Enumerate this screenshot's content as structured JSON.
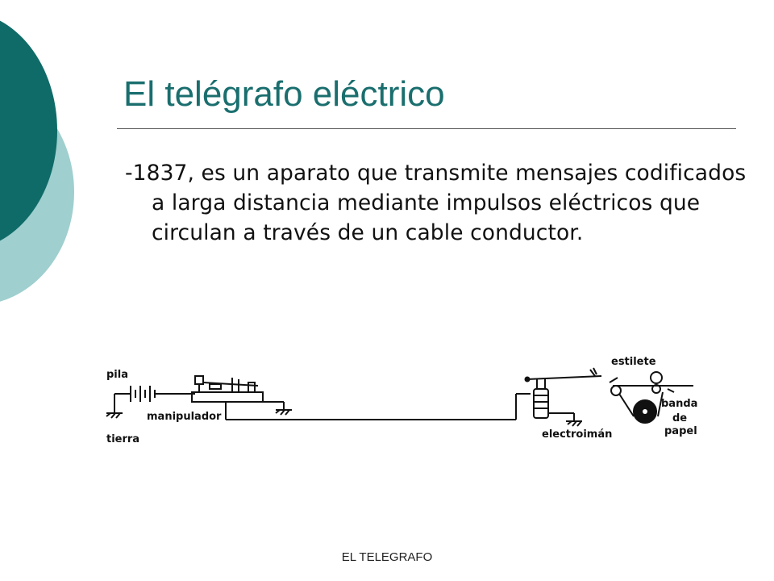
{
  "slide": {
    "title": "El telégrafo eléctrico",
    "body": "-1837, es un aparato que transmite mensajes codificados a larga distancia mediante impulsos eléctricos que circulan a través de un cable conductor.",
    "footer": "EL TELEGRAFO"
  },
  "diagram": {
    "labels": {
      "pila": "pila",
      "tierra": "tierra",
      "manipulador": "manipulador",
      "electroiman": "electroimán",
      "estilete": "estilete",
      "banda": "banda",
      "de": "de",
      "papel": "papel"
    }
  },
  "colors": {
    "accent_dark": "#0f6b68",
    "accent_light": "#9fcfcf",
    "title": "#1a6e6e"
  }
}
